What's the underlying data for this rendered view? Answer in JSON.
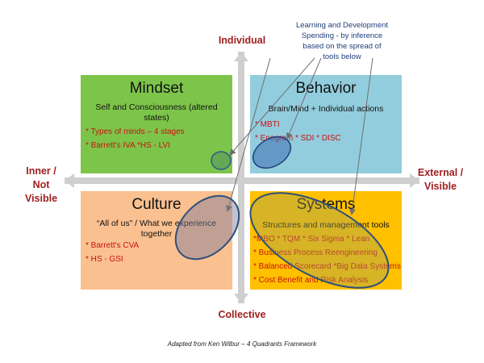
{
  "axes": {
    "top": "Individual",
    "bottom": "Collective",
    "left": [
      "Inner /",
      "Not",
      "Visible"
    ],
    "right": [
      "External /",
      "Visible"
    ]
  },
  "note": "Learning and Development Spending - by inference based on the spread of tools below",
  "quadrants": {
    "mindset": {
      "title": "Mindset",
      "subtitle": "Self and Consciousness (altered states)",
      "items": [
        "* Types of minds – 4 stages",
        "* Barrett's IVA    *HS - LVI"
      ],
      "color": "#7dc54a"
    },
    "behavior": {
      "title": "Behavior",
      "subtitle": "Brain/Mind + Individual actions",
      "items": [
        "* MBTI",
        "* Enegram   * SDI   * DISC"
      ],
      "color": "#92cddd"
    },
    "culture": {
      "title": "Culture",
      "subtitle": "“All of us” / What we experience together",
      "items": [
        "* Barrett's CVA",
        "* HS - GSI"
      ],
      "color": "#fac090"
    },
    "systems": {
      "title": "Systems",
      "subtitle": "Structures and management tools",
      "items": [
        "*MBO   * TQM   * Six Sigma  * Lean",
        "* Business Process Reengineering",
        "* Balanced Scorecard  *Big Data Systems",
        "* Cost Benefit and Risk Analysis"
      ],
      "color": "#ffc000"
    }
  },
  "caption": "Adapted from Ken Wilbur – 4 Quadrants Framework"
}
